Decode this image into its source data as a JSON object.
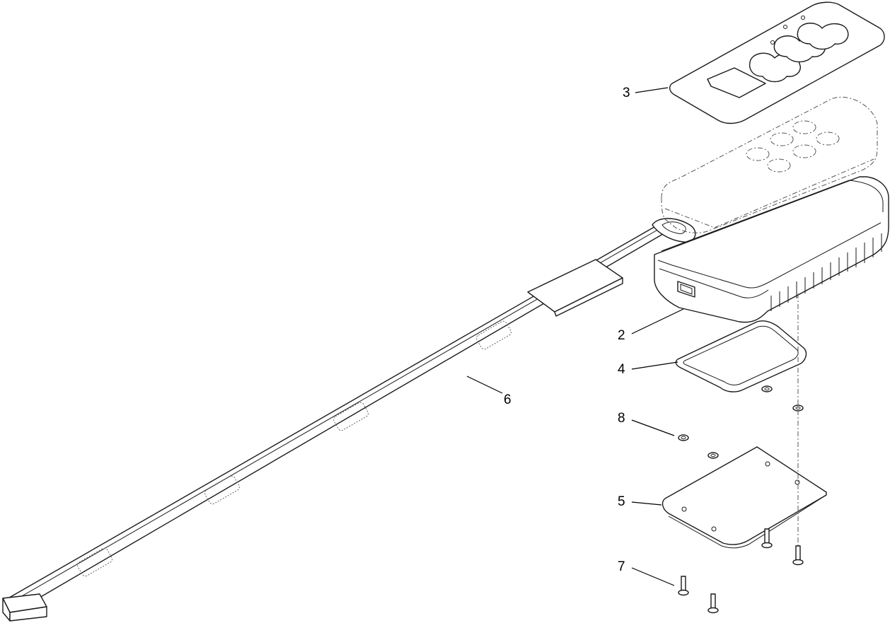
{
  "diagram": {
    "callouts": [
      {
        "id": "callout-2",
        "text": "2"
      },
      {
        "id": "callout-3",
        "text": "3"
      },
      {
        "id": "callout-4",
        "text": "4"
      },
      {
        "id": "callout-5",
        "text": "5"
      },
      {
        "id": "callout-6",
        "text": "6"
      },
      {
        "id": "callout-7",
        "text": "7"
      },
      {
        "id": "callout-8",
        "text": "8"
      }
    ]
  }
}
